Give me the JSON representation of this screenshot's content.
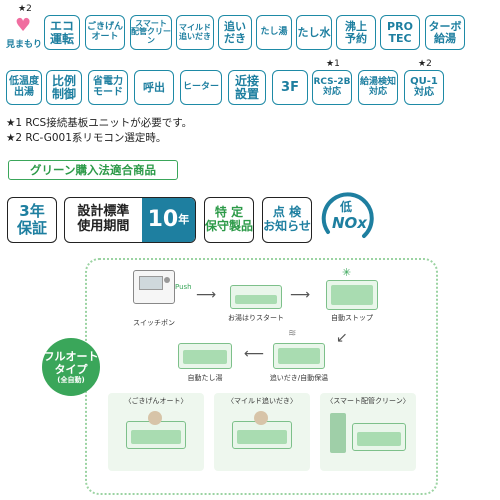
{
  "features_row1": [
    {
      "label": "見まもり",
      "star": "★2"
    },
    {
      "label": "エコ\n運転",
      "star": ""
    },
    {
      "label": "ごきげん\nオート",
      "star": ""
    },
    {
      "label": "スマート\n配管クリーン",
      "star": ""
    },
    {
      "label": "マイルド\n追いだき",
      "star": ""
    },
    {
      "label": "追い\nだき",
      "star": ""
    },
    {
      "label": "たし湯",
      "star": ""
    },
    {
      "label": "たし水",
      "star": ""
    },
    {
      "label": "沸上\n予約",
      "star": ""
    },
    {
      "label": "PRO\nTEC",
      "star": ""
    },
    {
      "label": "ターボ\n給湯",
      "star": ""
    }
  ],
  "features_row2": [
    {
      "label": "低温度\n出湯",
      "star": ""
    },
    {
      "label": "比例\n制御",
      "star": ""
    },
    {
      "label": "省電力\nモード",
      "star": ""
    },
    {
      "label": "呼出",
      "star": ""
    },
    {
      "label": "ヒーター",
      "star": ""
    },
    {
      "label": "近接\n設置",
      "star": ""
    },
    {
      "label": "3F",
      "star": ""
    },
    {
      "label": "RCS-2B\n対応",
      "star": "★1"
    },
    {
      "label": "給湯検知\n対応",
      "star": ""
    },
    {
      "label": "QU-1\n対応",
      "star": "★2"
    }
  ],
  "notes": [
    "★1 RCS接続基板ユニットが必要です。",
    "★2 RC-G001系リモコン選定時。"
  ],
  "green_label": "グリーン購入法適合商品",
  "badges": {
    "warranty": "3年\n保証",
    "design_standard": "設計標準\n使用期間",
    "years_num": "10",
    "years_unit": "年",
    "specified": "特 定\n保守製品",
    "inspection": "点 検\nお知らせ",
    "low": "低",
    "nox": "NOx"
  },
  "diagram": {
    "push": "Push",
    "switch_caption": "スイッチポン",
    "step1": "お湯はりスタート",
    "step2": "自動ストップ",
    "step3": "追いだき/自動保温",
    "step4": "自動たし湯",
    "full_auto": "フルオート\nタイプ",
    "full_auto_sub": "(全自動)",
    "mode1": "〈ごきげんオート〉",
    "mode2": "〈マイルド追いだき〉",
    "mode3": "〈スマート配管クリーン〉"
  },
  "colors": {
    "accent": "#1e7fa0",
    "green": "#3aa65a",
    "heart": "#f06ea0"
  }
}
